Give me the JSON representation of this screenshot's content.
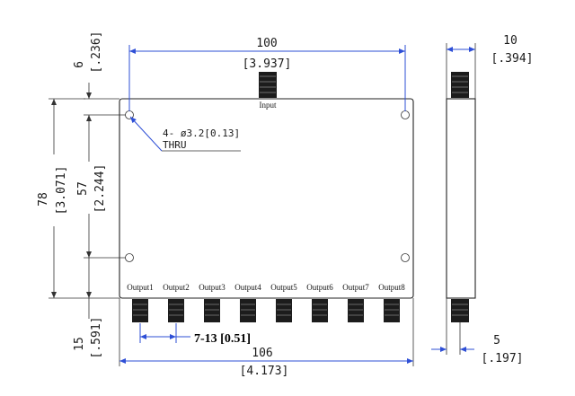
{
  "dimensions": {
    "top_width_mm": "100",
    "top_width_in": "[3.937]",
    "top_offset_mm": "6",
    "top_offset_in": "[.236]",
    "body_height_mm": "78",
    "body_height_in": "[3.071]",
    "hole_pitch_mm": "57",
    "hole_pitch_in": "[2.244]",
    "bottom_offset_mm": "15",
    "bottom_offset_in": "[.591]",
    "overall_width_mm": "106",
    "overall_width_in": "[4.173]",
    "thickness_mm": "10",
    "thickness_in": "[.394]",
    "connector_offset_mm": "5",
    "connector_offset_in": "[.197]",
    "connector_pitch": "7-13 [0.51]"
  },
  "hole_note": {
    "line1": "4- ø3.2[0.13]",
    "line2": "THRU"
  },
  "ports": {
    "input": "Input",
    "outputs": [
      "Output1",
      "Output2",
      "Output3",
      "Output4",
      "Output5",
      "Output6",
      "Output7",
      "Output8"
    ]
  }
}
